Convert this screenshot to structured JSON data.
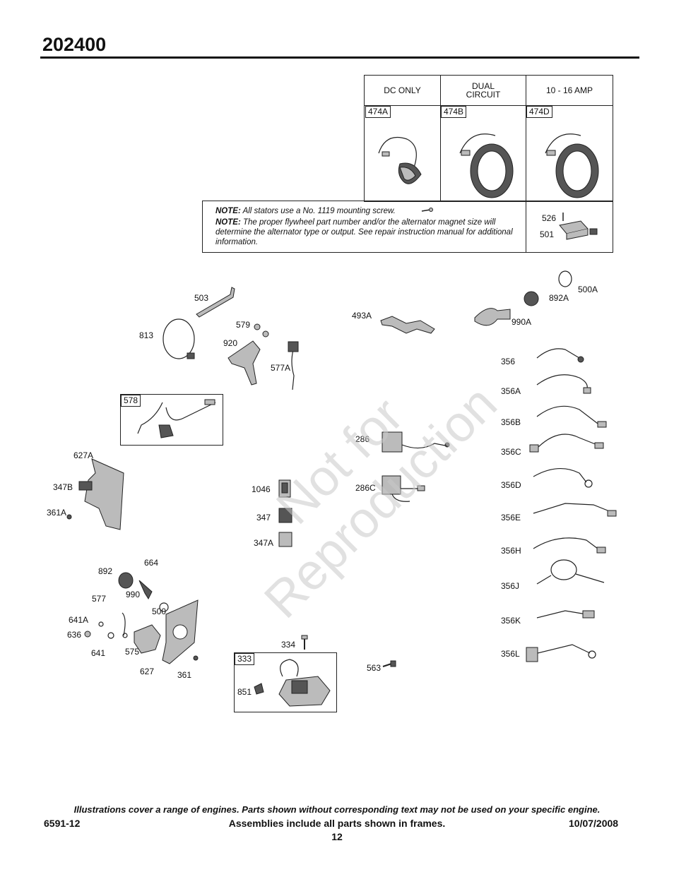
{
  "header": {
    "model": "202400"
  },
  "stator_table": {
    "columns": [
      {
        "header": "DC ONLY",
        "part": "474A"
      },
      {
        "header": "DUAL\nCIRCUIT",
        "part": "474B"
      },
      {
        "header": "10 - 16 AMP",
        "part": "474D"
      }
    ]
  },
  "notes": [
    {
      "label": "NOTE:",
      "text": "All stators use a No. 1119 mounting screw."
    },
    {
      "label": "NOTE:",
      "text": "The proper flywheel part number and/or the alternator magnet size will determine the alternator type or output. See repair instruction manual for additional information."
    }
  ],
  "regulator_parts": [
    "526",
    "501"
  ],
  "parts": {
    "p503": "503",
    "p813": "813",
    "p579": "579",
    "p920": "920",
    "p577A": "577A",
    "p493A": "493A",
    "p892A": "892A",
    "p500A": "500A",
    "p990A": "990A",
    "p578": "578",
    "p627A": "627A",
    "p347B": "347B",
    "p361A": "361A",
    "p286": "286",
    "p286C": "286C",
    "p1046": "1046",
    "p347": "347",
    "p347A": "347A",
    "p356": "356",
    "p356A": "356A",
    "p356B": "356B",
    "p356C": "356C",
    "p356D": "356D",
    "p356E": "356E",
    "p356H": "356H",
    "p356J": "356J",
    "p356K": "356K",
    "p356L": "356L",
    "p892": "892",
    "p664": "664",
    "p990": "990",
    "p577": "577",
    "p500": "500",
    "p641A": "641A",
    "p636": "636",
    "p641": "641",
    "p575": "575",
    "p627": "627",
    "p361": "361",
    "p334": "334",
    "p333": "333",
    "p851": "851",
    "p563": "563"
  },
  "watermark": {
    "line1": "Not for",
    "line2": "Reproduction"
  },
  "footer": {
    "disclaimer": "Illustrations cover a range of engines. Parts shown without corresponding text may not be used on your specific engine.",
    "doc_number": "6591-12",
    "assemblies": "Assemblies include all parts shown in frames.",
    "date": "10/07/2008",
    "page": "12"
  }
}
